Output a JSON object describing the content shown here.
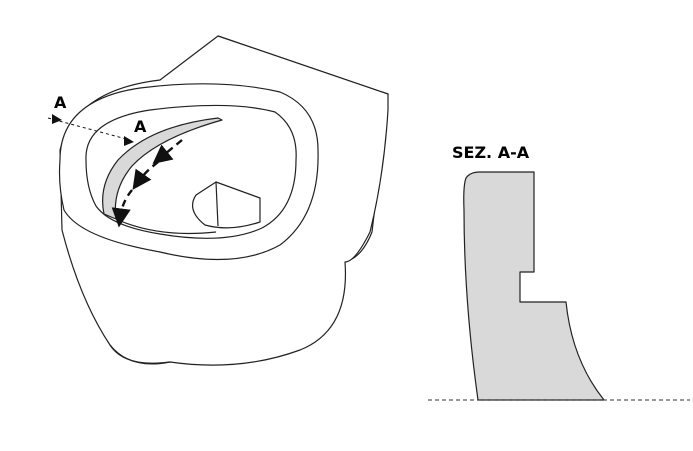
{
  "diagram": {
    "section_label_start": "A",
    "section_label_end": "A",
    "section_title": "SEZ. A-A"
  },
  "colors": {
    "line": "#222222",
    "section_fill": "#d9d9d9",
    "background": "#ffffff"
  }
}
